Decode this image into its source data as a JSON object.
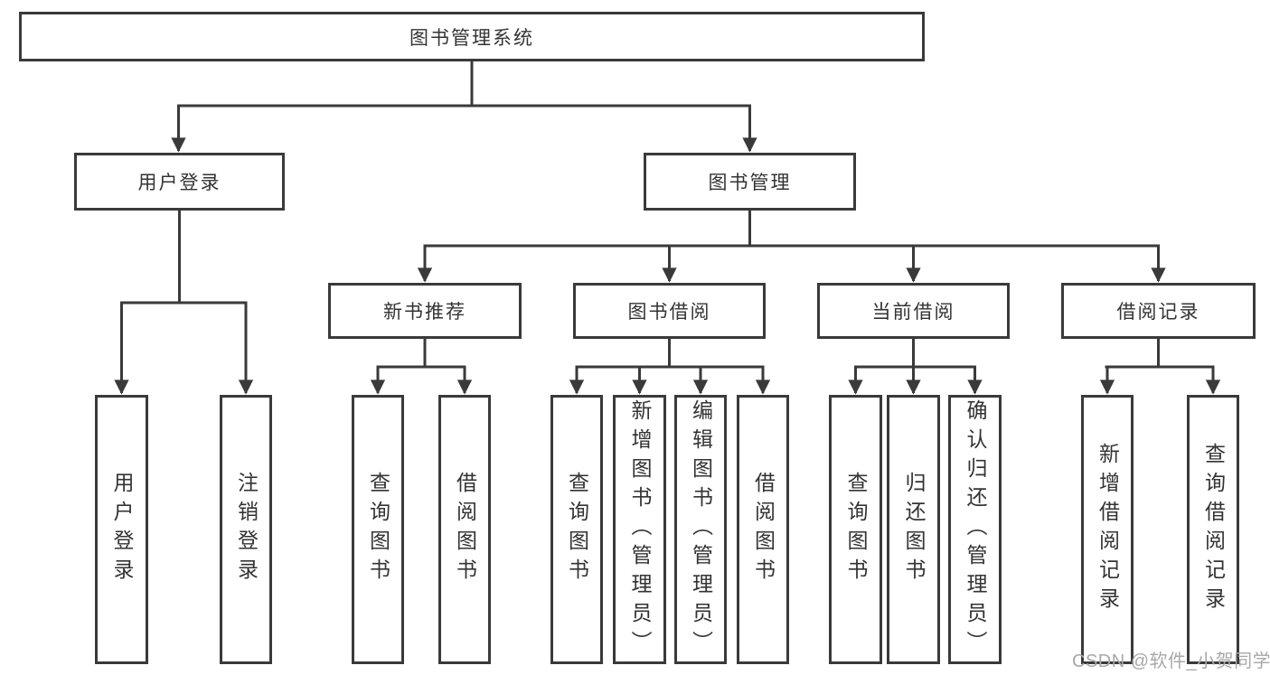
{
  "colors": {
    "line": "#3a3a3a",
    "box_border": "#3a3a3a",
    "box_fill": "#ffffff",
    "text": "#333333",
    "watermark": "#a8a8a8",
    "background": "#ffffff"
  },
  "watermark": {
    "text": "CSDN @软件_小贺同学"
  },
  "tree": {
    "label": "图书管理系统",
    "children": [
      {
        "label": "用户登录",
        "children": [
          {
            "label": "用户登录"
          },
          {
            "label": "注销登录"
          }
        ]
      },
      {
        "label": "图书管理",
        "children": [
          {
            "label": "新书推荐",
            "children": [
              {
                "label": "查询图书"
              },
              {
                "label": "借阅图书"
              }
            ]
          },
          {
            "label": "图书借阅",
            "children": [
              {
                "label": "查询图书"
              },
              {
                "label": "新增图书（管理员）"
              },
              {
                "label": "编辑图书（管理员）"
              },
              {
                "label": "借阅图书"
              }
            ]
          },
          {
            "label": "当前借阅",
            "children": [
              {
                "label": "查询图书"
              },
              {
                "label": "归还图书"
              },
              {
                "label": "确认归还（管理员）"
              }
            ]
          },
          {
            "label": "借阅记录",
            "children": [
              {
                "label": "新增借阅记录"
              },
              {
                "label": "查询借阅记录"
              }
            ]
          }
        ]
      }
    ]
  }
}
